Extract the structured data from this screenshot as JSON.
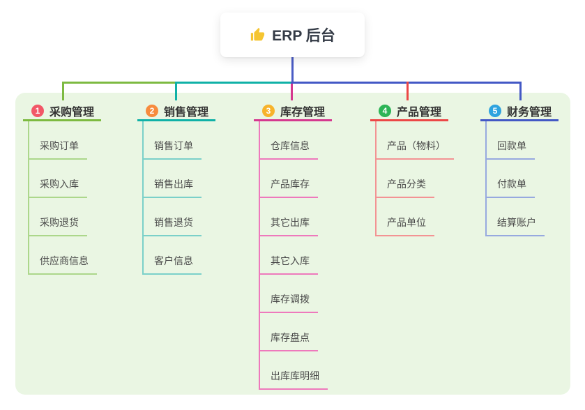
{
  "root": {
    "label": "ERP 后台",
    "icon": "thumbs-up",
    "icon_color": "#f5c531"
  },
  "connector": {
    "root_line_color": "#4a5cc5"
  },
  "panel_color": "#eaf6e3",
  "branches": [
    {
      "num": "1",
      "title": "采购管理",
      "badge_color": "#f25767",
      "line_color": "#7dba41",
      "child_line_color": "#acd78b",
      "children": [
        "采购订单",
        "采购入库",
        "采购退货",
        "供应商信息"
      ]
    },
    {
      "num": "2",
      "title": "销售管理",
      "badge_color": "#f78b3d",
      "line_color": "#10b1a7",
      "child_line_color": "#7bd0c9",
      "children": [
        "销售订单",
        "销售出库",
        "销售退货",
        "客户信息"
      ]
    },
    {
      "num": "3",
      "title": "库存管理",
      "badge_color": "#f7b32b",
      "line_color": "#d5388f",
      "child_line_color": "#ee79bc",
      "children": [
        "仓库信息",
        "产品库存",
        "其它出库",
        "其它入库",
        "库存调拨",
        "库存盘点",
        "出库库明细"
      ]
    },
    {
      "num": "4",
      "title": "产品管理",
      "badge_color": "#2db456",
      "line_color": "#ec4746",
      "child_line_color": "#f39394",
      "children": [
        "产品（物料）",
        "产品分类",
        "产品单位"
      ]
    },
    {
      "num": "5",
      "title": "财务管理",
      "badge_color": "#2ea3df",
      "line_color": "#4358c5",
      "child_line_color": "#97a9df",
      "children": [
        "回款单",
        "付款单",
        "结算账户"
      ]
    }
  ]
}
